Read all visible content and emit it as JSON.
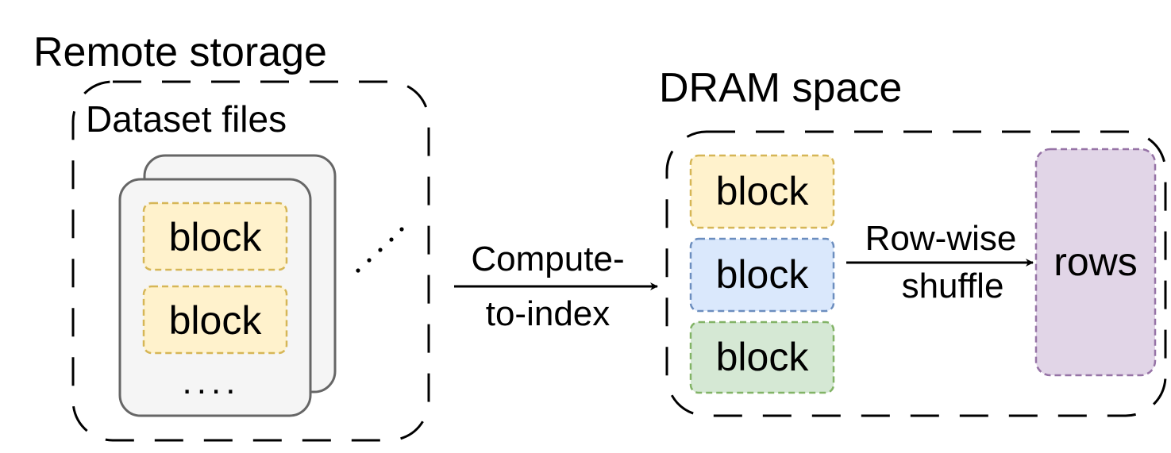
{
  "remote": {
    "title": "Remote storage",
    "files_label": "Dataset files",
    "file_blocks": [
      "block",
      "block"
    ],
    "file_ellipsis": "....",
    "more_files_ellipsis": "...."
  },
  "edge_main": {
    "line1": "Compute-",
    "line2": "to-index"
  },
  "dram": {
    "title": "DRAM space",
    "blocks": [
      "block",
      "block",
      "block"
    ],
    "shuffle_line1": "Row-wise",
    "shuffle_line2": "shuffle",
    "rows_label": "rows"
  },
  "colors": {
    "yellow_fill": "#fff2cc",
    "yellow_stroke": "#d6b656",
    "blue_fill": "#dae8fc",
    "blue_stroke": "#6c8ebf",
    "green_fill": "#d5e8d4",
    "green_stroke": "#82b366",
    "purple_fill": "#e1d5e7",
    "purple_stroke": "#9673a6",
    "file_fill": "#f5f5f5",
    "file_stroke": "#666666"
  }
}
